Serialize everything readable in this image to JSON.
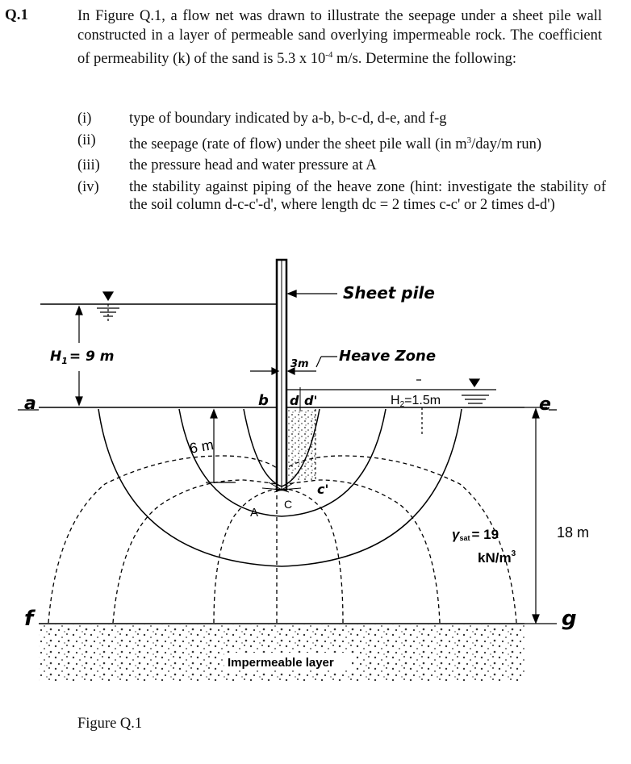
{
  "question": {
    "number": "Q.1",
    "intro_before_k": "In Figure Q.1, a flow net was drawn to illustrate the seepage under a sheet pile wall constructed in a layer of permeable sand overlying impermeable rock.  The coefficient of permeability (k) of the sand is 5.3 x 10",
    "k_exponent": "-4",
    "intro_after_k": " m/s.  Determine the following:",
    "parts": [
      {
        "num": "(i)",
        "text": "type of boundary indicated by a-b, b-c-d, d-e, and f-g"
      },
      {
        "num": "(ii)",
        "text_before_sup": "the seepage (rate of flow) under the sheet pile wall (in m",
        "sup": "3",
        "text_after_sup": "/day/m run)"
      },
      {
        "num": "(iii)",
        "text": "the pressure head and water pressure at A"
      },
      {
        "num": "(iv)",
        "text": "the stability against piping of the heave zone (hint: investigate the stability of the soil column d-c-c'-d', where length dc = 2 times c-c' or 2 times d-d')"
      }
    ]
  },
  "figure": {
    "caption": "Figure Q.1",
    "label_sheet_pile": "Sheet pile",
    "label_heave_zone": "Heave Zone",
    "label_3m": "3m",
    "label_H1": "H",
    "label_H1_sub": "1",
    "label_H1_val": "= 9 m",
    "label_H2": "H",
    "label_H2_sub": "2",
    "label_H2_val": "=1.5m",
    "label_6m": "6 m",
    "label_18m": "18 m",
    "label_gamma": "γ",
    "label_gamma_sub": "sat",
    "label_gamma_val": "= 19",
    "label_gamma_unit": "kN/m",
    "label_gamma_unit_sup": "3",
    "label_impermeable": "Impermeable layer",
    "pt_a": "a",
    "pt_b": "b",
    "pt_c": "c",
    "pt_d": "d",
    "pt_d_prime": "d'",
    "pt_c_prime": "c'",
    "pt_e": "e",
    "pt_f": "f",
    "pt_g": "g",
    "pt_A": "A",
    "pt_C": "C"
  }
}
